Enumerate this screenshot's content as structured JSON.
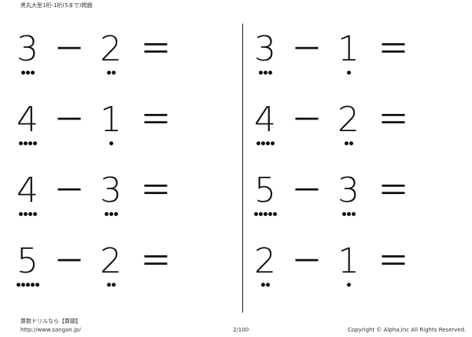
{
  "header": {
    "title": "黒丸大型1桁-1桁(5まで)問題"
  },
  "operator": "－",
  "equals": "＝",
  "problems": [
    {
      "a": "3",
      "b": "2",
      "a_dots": 3,
      "b_dots": 2
    },
    {
      "a": "4",
      "b": "1",
      "a_dots": 4,
      "b_dots": 1
    },
    {
      "a": "4",
      "b": "3",
      "a_dots": 4,
      "b_dots": 3
    },
    {
      "a": "5",
      "b": "2",
      "a_dots": 5,
      "b_dots": 2
    },
    {
      "a": "3",
      "b": "1",
      "a_dots": 3,
      "b_dots": 1
    },
    {
      "a": "4",
      "b": "2",
      "a_dots": 4,
      "b_dots": 2
    },
    {
      "a": "5",
      "b": "3",
      "a_dots": 5,
      "b_dots": 3
    },
    {
      "a": "2",
      "b": "1",
      "a_dots": 2,
      "b_dots": 1
    }
  ],
  "footer": {
    "site_name": "算数ドリルなら【算願】",
    "url": "http://www.sangan.jp/",
    "page": "2/100",
    "copyright": "Copyright © Alpha,Inc All Rights Reserved."
  }
}
